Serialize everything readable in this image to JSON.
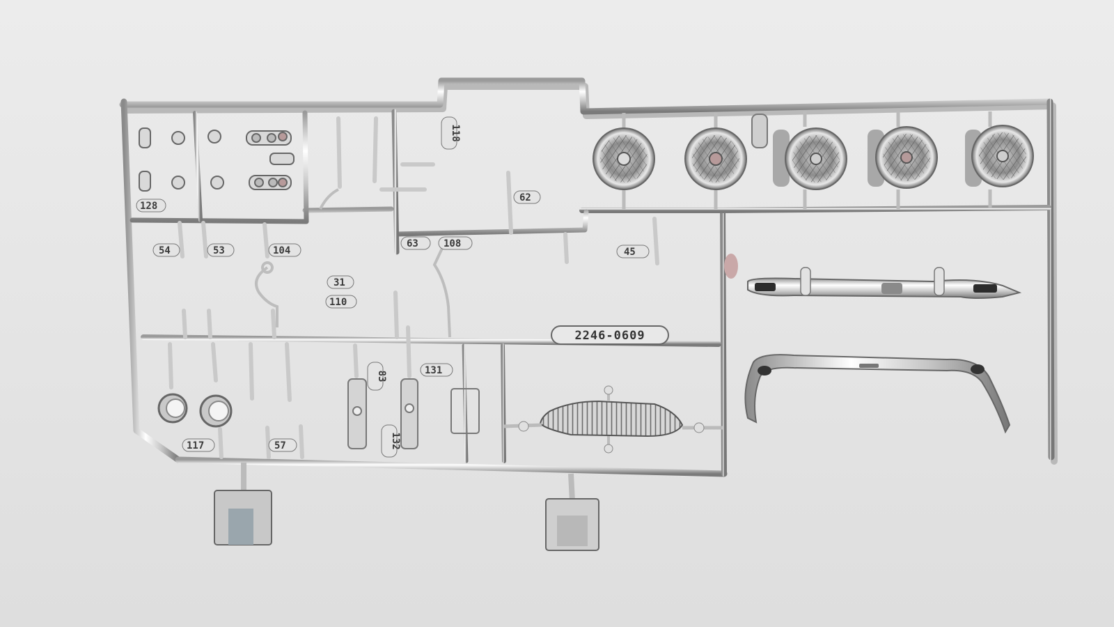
{
  "scene": {
    "subject": "chrome-plastic-model-kit-sprue",
    "background_color": "#e6e6e6",
    "chrome_light": "#f2f2f2",
    "chrome_dark": "#8c8c8c",
    "part_number_plate": "2246-0609"
  },
  "part_labels": {
    "p128": "128",
    "p54": "54",
    "p53": "53",
    "p104": "104",
    "p31": "31",
    "p110": "110",
    "p62": "62",
    "p63": "63",
    "p108": "108",
    "p45": "45",
    "p117": "117",
    "p57": "57",
    "p132": "132",
    "p131": "131",
    "p83": "83",
    "p118": "118"
  }
}
